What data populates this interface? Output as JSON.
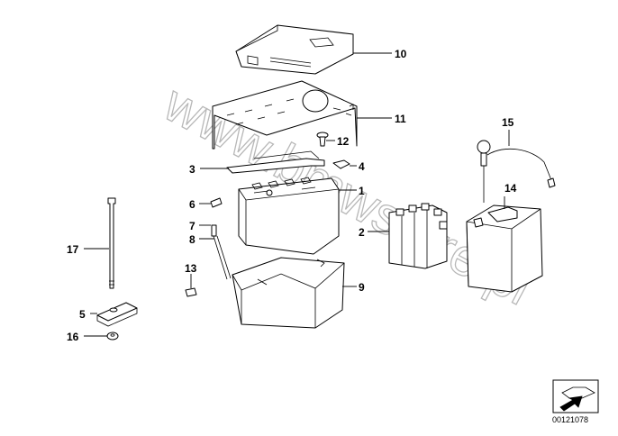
{
  "diagram": {
    "callouts": {
      "c1": "1",
      "c2": "2",
      "c3": "3",
      "c4": "4",
      "c5": "5",
      "c6": "6",
      "c7": "7",
      "c8": "8",
      "c9": "9",
      "c10": "10",
      "c11": "11",
      "c12": "12",
      "c13": "13",
      "c14": "14",
      "c15": "15",
      "c16": "16",
      "c17": "17"
    },
    "watermark": "www.bmwstore.pl",
    "reference_number": "00121078",
    "corner_icon": "arrow-reference-icon"
  }
}
